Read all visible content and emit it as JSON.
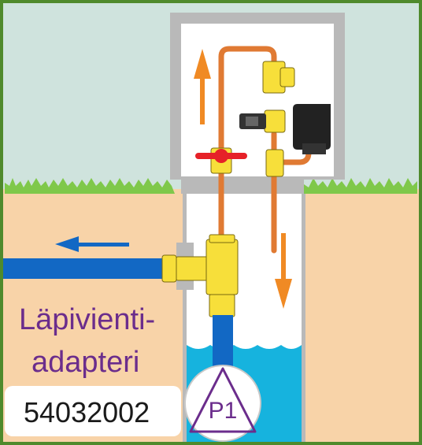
{
  "diagram": {
    "caption_line1": "Läpivienti-",
    "caption_line2": "adapteri",
    "part_number": "54032002",
    "pump_label": "P1"
  },
  "colors": {
    "sky": "#cfe3dd",
    "soil": "#f8d3a8",
    "grass": "#7fc84a",
    "water": "#16b3de",
    "blue_pipe": "#1268c4",
    "copper_pipe": "#e07a33",
    "brass_fitting": "#f7df3a",
    "flow_arrow_orange": "#f08a24",
    "caption_purple": "#6b2d8c",
    "border_green": "#4f8a2c",
    "well_casing": "#b9b9b9"
  }
}
